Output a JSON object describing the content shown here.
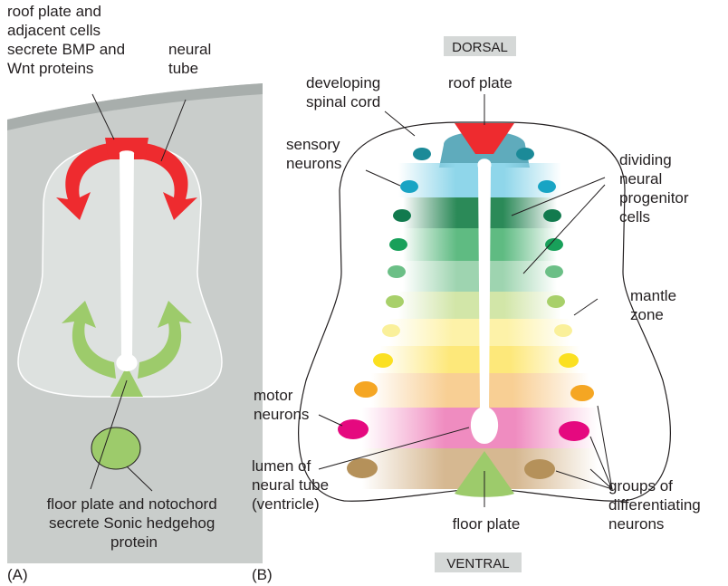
{
  "panel_a": {
    "panel_label": "(A)",
    "top_label": [
      "roof plate and",
      "adjacent cells",
      "secrete BMP and",
      "Wnt proteins"
    ],
    "neural_tube_label": [
      "neural",
      "tube"
    ],
    "bottom_label": [
      "floor plate and notochord",
      "secrete Sonic hedgehog",
      "protein"
    ]
  },
  "panel_b": {
    "panel_label": "(B)",
    "dorsal": "DORSAL",
    "ventral": "VENTRAL",
    "developing_spinal_cord": [
      "developing",
      "spinal cord"
    ],
    "roof_plate": "roof plate",
    "sensory_neurons": [
      "sensory",
      "neurons"
    ],
    "dividing_cells": [
      "dividing",
      "neural",
      "progenitor",
      "cells"
    ],
    "mantle_zone": [
      "mantle",
      "zone"
    ],
    "motor_neurons": [
      "motor",
      "neurons"
    ],
    "lumen": [
      "lumen of",
      "neural tube",
      "(ventricle)"
    ],
    "groups": [
      "groups of",
      "differentiating",
      "neurons"
    ],
    "floor_plate": "floor plate"
  },
  "colors": {
    "tissue": "#c9cdcb",
    "tube": "#dde1df",
    "bmp_arrow": "#ee2b2f",
    "shh_arrow": "#9dcb6b",
    "pill": "#d5d8d7"
  }
}
